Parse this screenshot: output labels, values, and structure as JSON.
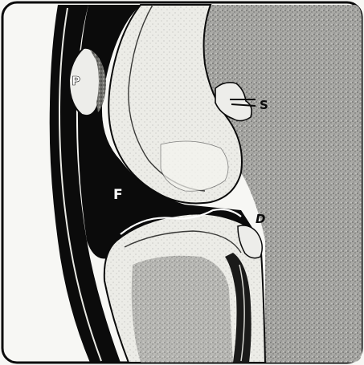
{
  "figure": {
    "labels": {
      "p": "P",
      "s": "S",
      "f": "F",
      "d": "D"
    },
    "colors": {
      "paper": "#f7f7f4",
      "ink": "#0b0b0b",
      "tissue_dark": "#8a8a86",
      "tissue_mid": "#b4b4b0",
      "bone_light": "#efefea",
      "label_light": "#ffffff"
    }
  }
}
